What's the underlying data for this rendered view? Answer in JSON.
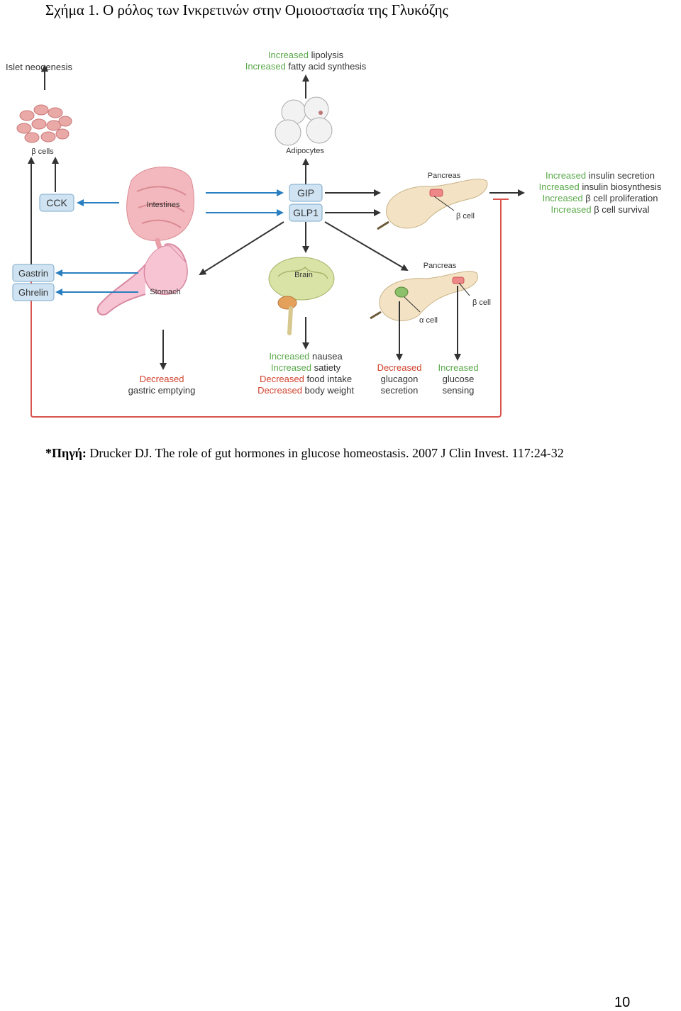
{
  "document": {
    "title": "Σχήμα 1. Ο ρόλος των Ινκρετινών στην Ομοιοστασία της Γλυκόζης",
    "source_label": "*Πηγή:",
    "source_text": " Drucker DJ. The role of gut hormones in glucose homeostasis. 2007 J Clin Invest. 117:24-32",
    "page_number": "10"
  },
  "figure": {
    "colors": {
      "increased": "#5aa84a",
      "decreased": "#d0422e",
      "arrow_blue": "#2a7fc0",
      "feedback": "#d9534f",
      "hormone_box": "#cfe3f2"
    },
    "hormones": {
      "gip": "GIP",
      "glp1": "GLP1",
      "cck": "CCK",
      "gastrin": "Gastrin",
      "ghrelin": "Ghrelin"
    },
    "organs": {
      "beta_cells": "β cells",
      "adipocytes": "Adipocytes",
      "intestines": "Intestines",
      "pancreas_top": "Pancreas",
      "beta_cell_top": "β cell",
      "stomach": "Stomach",
      "brain": "Brain",
      "pancreas_bottom": "Pancreas",
      "alpha_cell": "α cell",
      "beta_cell_bottom": "β cell"
    },
    "effects": {
      "islet": "Islet neogenesis",
      "lipolysis": {
        "mod": "Increased",
        "rest": " lipolysis"
      },
      "fatty_acid": {
        "mod": "Increased",
        "rest": " fatty acid synthesis"
      },
      "insulin_secretion": {
        "mod": "Increased",
        "rest": " insulin secretion"
      },
      "insulin_biosynthesis": {
        "mod": "Increased",
        "rest": " insulin biosynthesis"
      },
      "beta_prolif": {
        "mod": "Increased",
        "rest": " β cell proliferation"
      },
      "beta_survival": {
        "mod": "Increased",
        "rest": " β cell survival"
      },
      "gastric": {
        "mod": "Decreased",
        "line2": "gastric emptying"
      },
      "nausea": {
        "mod": "Increased",
        "rest": " nausea"
      },
      "satiety": {
        "mod": "Increased",
        "rest": " satiety"
      },
      "food_intake": {
        "mod": "Decreased",
        "rest": " food intake"
      },
      "body_weight": {
        "mod": "Decreased",
        "rest": " body weight"
      },
      "glucagon": {
        "mod": "Decreased",
        "line2": "glucagon",
        "line3": "secretion"
      },
      "glucose": {
        "mod": "Increased",
        "line2": "glucose",
        "line3": "sensing"
      }
    }
  }
}
